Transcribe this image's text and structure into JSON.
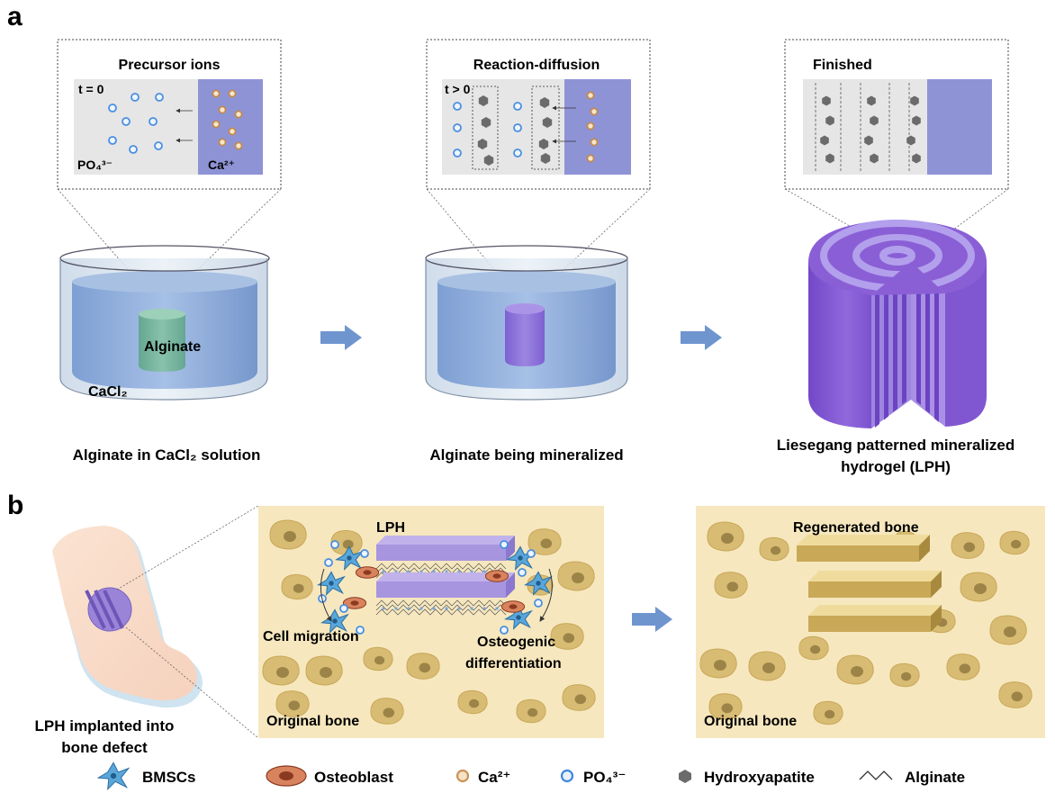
{
  "panel_a": {
    "letter": "a",
    "insets": [
      {
        "title": "Precursor ions",
        "time": "t = 0",
        "left_ion": "PO₄³⁻",
        "right_ion": "Ca²⁺"
      },
      {
        "title": "Reaction-diffusion",
        "time": "t > 0"
      },
      {
        "title": "Finished"
      }
    ],
    "beaker1_labels": {
      "gel": "Alginate",
      "solution": "CaCl₂"
    },
    "captions": [
      "Alginate in CaCl₂ solution",
      "Alginate being mineralized"
    ],
    "caption3": {
      "line1": "Liesegang patterned mineralized",
      "line2": "hydrogel (LPH)"
    }
  },
  "panel_b": {
    "letter": "b",
    "implant_caption": {
      "line1": "LPH implanted into",
      "line2": "bone defect"
    },
    "left_box": {
      "title": "LPH",
      "cell_migration": "Cell migration",
      "osteo_line1": "Osteogenic",
      "osteo_line2": "differentiation",
      "bottom": "Original bone"
    },
    "right_box": {
      "title": "Regenerated bone",
      "bottom": "Original bone"
    }
  },
  "legend": [
    {
      "label": "BMSCs",
      "icon": "bmsc-icon"
    },
    {
      "label": "Osteoblast",
      "icon": "osteoblast-icon"
    },
    {
      "label": "Ca²⁺",
      "icon": "calcium-ion-icon"
    },
    {
      "label": "PO₄³⁻",
      "icon": "phosphate-ion-icon"
    },
    {
      "label": "Hydroxyapatite",
      "icon": "hydroxyapatite-icon"
    },
    {
      "label": "Alginate",
      "icon": "alginate-icon"
    }
  ],
  "colors": {
    "solution": "#8fb0de",
    "gel": "#7ab89a",
    "mineralized": "#8a63d2",
    "ca_ion": "#d2a571",
    "po_ion": "#4a8fe0",
    "hap": "#6b6b6b",
    "bone_bg": "#f6e7be",
    "bone_pore": "#d4b66b",
    "arrow": "#6f95cf"
  }
}
